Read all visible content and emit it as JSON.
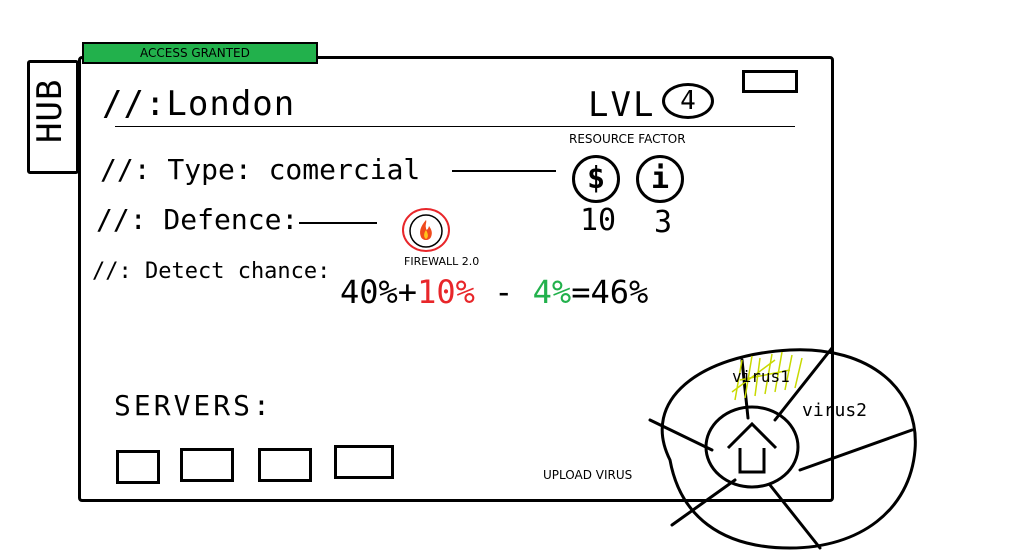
{
  "hub": {
    "label": "HUB"
  },
  "banner": {
    "text": "ACCESS GRANTED",
    "color": "#22b14c"
  },
  "target": {
    "city": "//:London",
    "level_label": "LVL",
    "level": "4"
  },
  "info": {
    "type_label": "//: Type: comercial",
    "defence_label": "//: Defence:",
    "detect_label": "//: Detect chance:"
  },
  "defence": {
    "name": "FIREWALL 2.0",
    "icon": "fire-icon",
    "accent": "#e8262a"
  },
  "resource": {
    "title": "RESOURCE FACTOR",
    "money_icon": "$",
    "money_value": "10",
    "info_icon": "i",
    "info_value": "3"
  },
  "detect": {
    "base": "40%",
    "plus": "+",
    "penalty": "10%",
    "minus": "-",
    "bonus": "4%",
    "equals": "=",
    "total": "46%",
    "penalty_color": "#e8262a",
    "bonus_color": "#22b14c"
  },
  "servers": {
    "label": "SERVERS:",
    "slots": 4
  },
  "upload": {
    "label": "UPLOAD VIRUS",
    "arrow_icon": "upload-arrow-icon",
    "viruses": [
      {
        "name": "virus1",
        "highlight": "#c8d900"
      },
      {
        "name": "virus2"
      }
    ]
  }
}
